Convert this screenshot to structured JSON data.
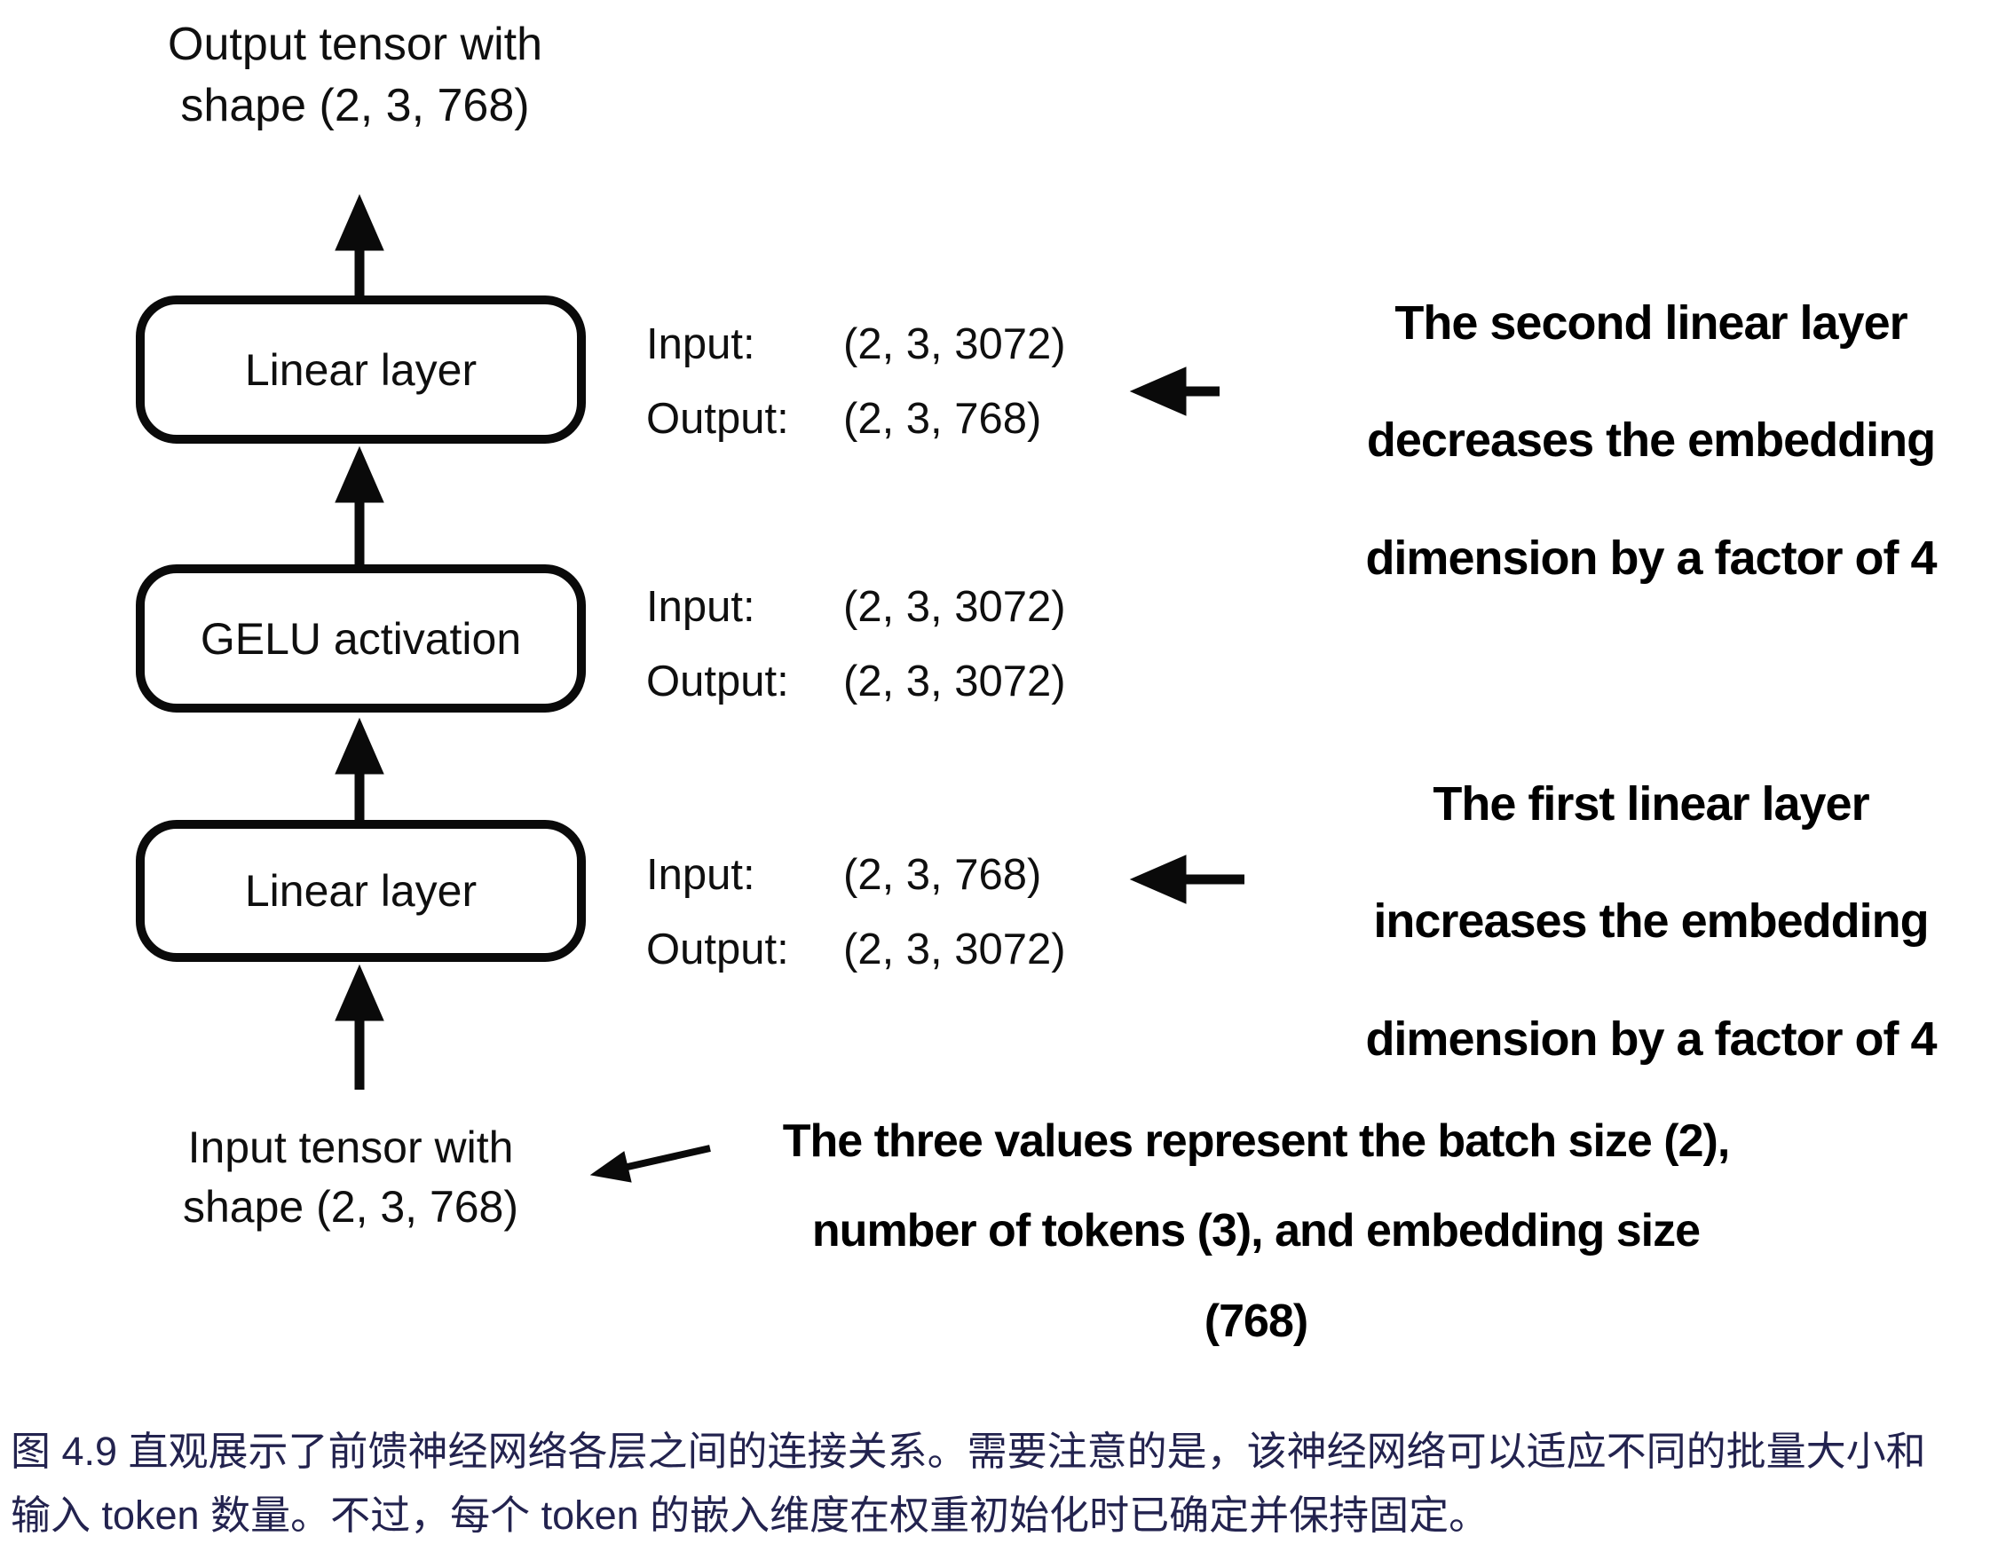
{
  "diagram": {
    "output_label": {
      "line1": "Output tensor with",
      "line2": "shape (2, 3, 768)"
    },
    "boxes": [
      {
        "label": "Linear layer"
      },
      {
        "label": "GELU activation"
      },
      {
        "label": "Linear layer"
      }
    ],
    "input_label": {
      "line1": "Input tensor with",
      "line2": "shape (2, 3, 768)"
    },
    "shape_blocks": [
      {
        "input_label": "Input:",
        "input_value": "(2, 3, 3072)",
        "output_label": "Output:",
        "output_value": "(2, 3, 768)"
      },
      {
        "input_label": "Input:",
        "input_value": "(2, 3, 3072)",
        "output_label": "Output:",
        "output_value": "(2, 3, 3072)"
      },
      {
        "input_label": "Input:",
        "input_value": "(2, 3, 768)",
        "output_label": "Output:",
        "output_value": "(2, 3, 3072)"
      }
    ],
    "annotations": [
      {
        "line1": "The second linear layer",
        "line2": "decreases the embedding",
        "line3": "dimension by a factor of 4"
      },
      {
        "line1": "The first linear layer",
        "line2": "increases the embedding",
        "line3": "dimension by a factor of 4"
      },
      {
        "line1": "The three values represent the batch size (2),",
        "line2": "number of tokens (3), and embedding size",
        "line3": "(768)"
      }
    ]
  },
  "caption": {
    "line1": "图 4.9 直观展示了前馈神经网络各层之间的连接关系。需要注意的是，该神经网络可以适应不同的批量大小和",
    "line2": "输入 token 数量。不过，每个 token 的嵌入维度在权重初始化时已确定并保持固定。"
  },
  "colors": {
    "ink": "#0a0a0a",
    "caption_text": "#23234f",
    "background": "#ffffff"
  }
}
